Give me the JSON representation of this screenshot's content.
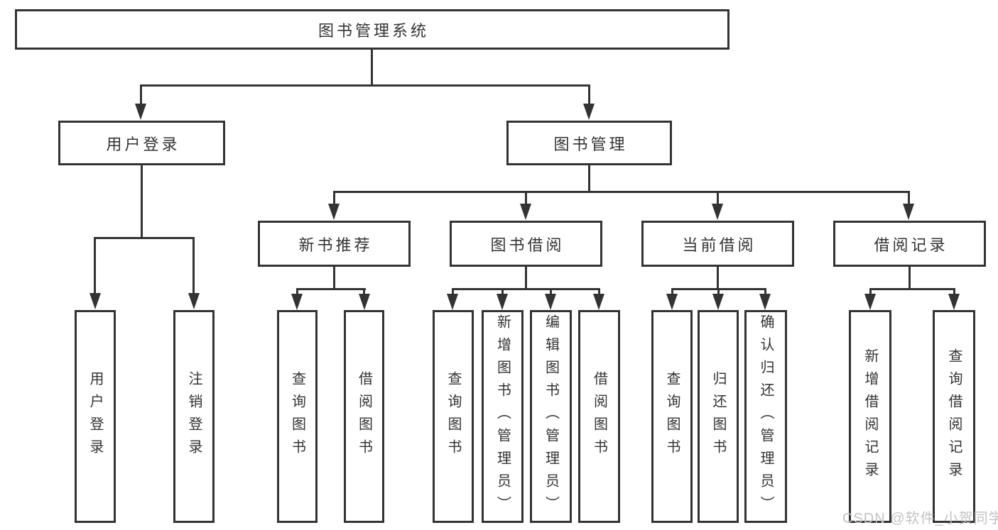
{
  "diagram": {
    "type": "hierarchy-tree",
    "colors": {
      "background": "#ffffff",
      "box_fill": "#ffffff",
      "box_border": "#333333",
      "line": "#333333",
      "text": "#333333",
      "watermark_text": "#c2c2c2"
    },
    "root": {
      "label": "图书管理系统"
    },
    "branches": [
      {
        "label": "用户登录",
        "children": [
          "用户登录",
          "注销登录"
        ]
      },
      {
        "label": "图书管理",
        "children": [
          {
            "label": "新书推荐",
            "children": [
              "查询图书",
              "借阅图书"
            ]
          },
          {
            "label": "图书借阅",
            "children": [
              "查询图书",
              "新增图书（管理员）",
              "编辑图书（管理员）",
              "借阅图书"
            ]
          },
          {
            "label": "当前借阅",
            "children": [
              "查询图书",
              "归还图书",
              "确认归还（管理员）"
            ]
          },
          {
            "label": "借阅记录",
            "children": [
              "新增借阅记录",
              "查询借阅记录"
            ]
          }
        ]
      }
    ]
  },
  "watermark": {
    "text": "CSDN @软件_小贺同学"
  }
}
